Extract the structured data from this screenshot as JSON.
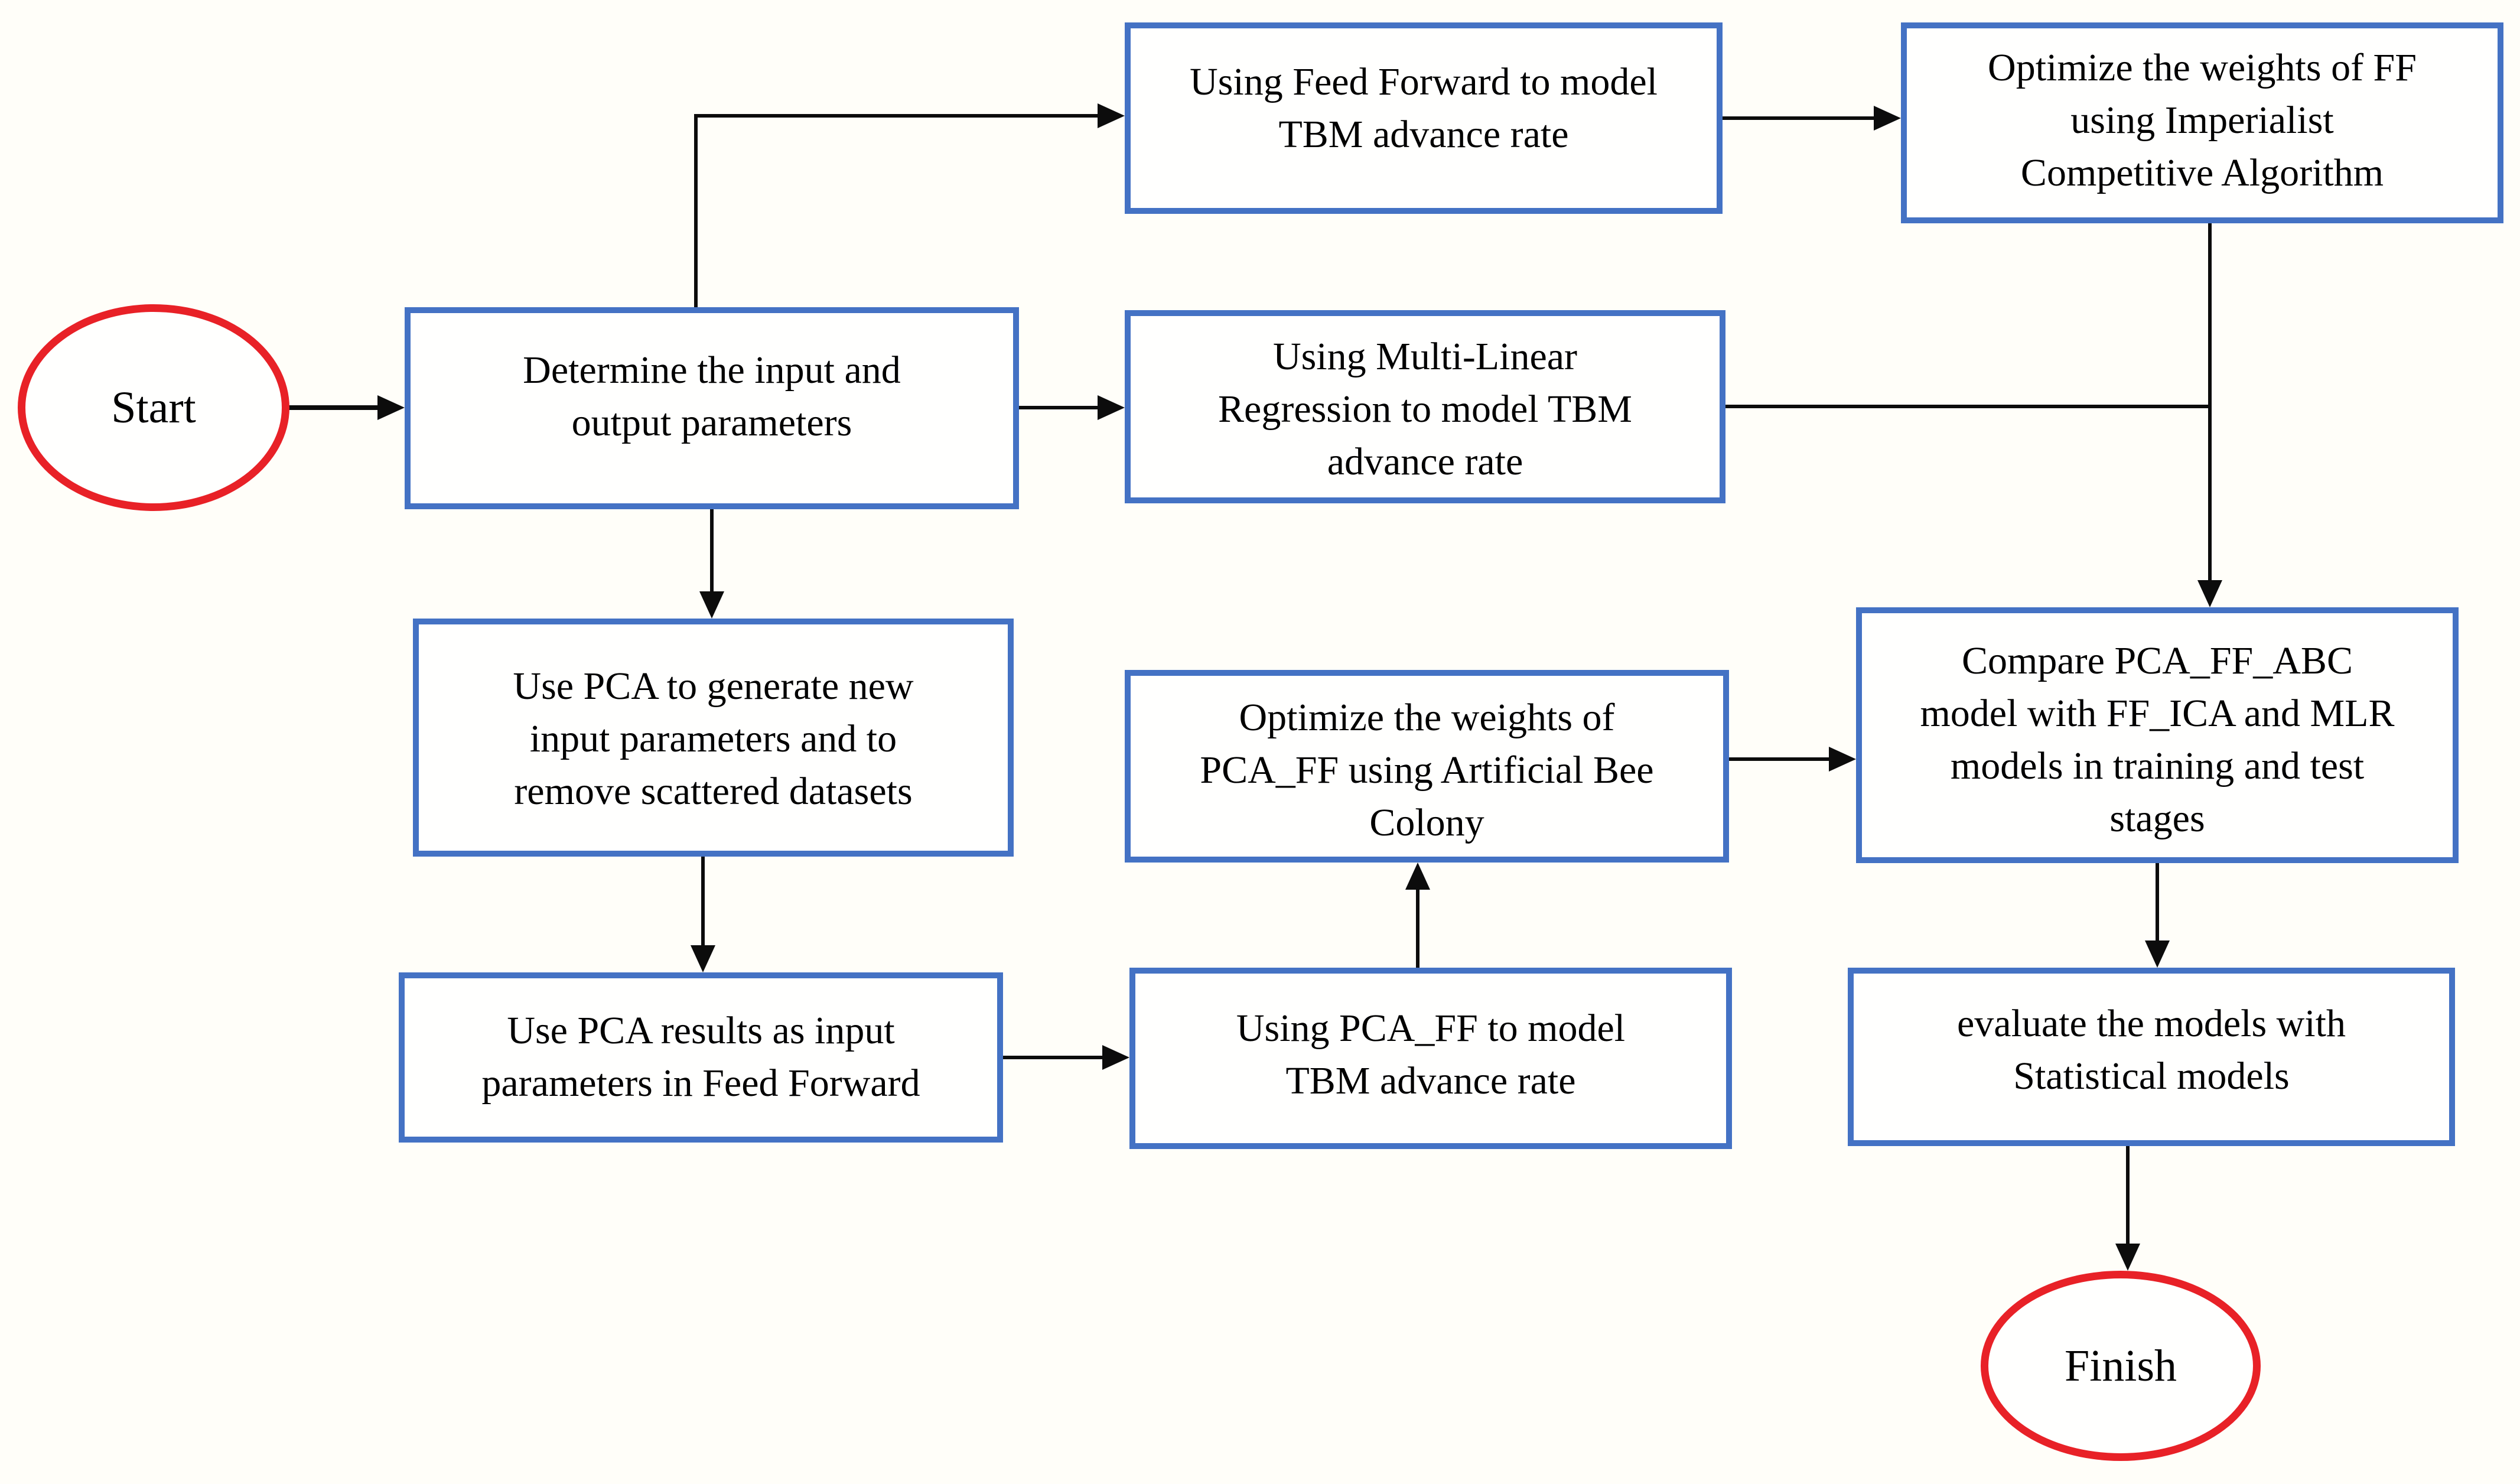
{
  "colors": {
    "box_border": "#4472c4",
    "terminal_border": "#e82127",
    "connector": "#0c0c0c",
    "text": "#000000",
    "background": "#fffef9",
    "box_fill": "#fffffe"
  },
  "nodes": {
    "start": {
      "label": "Start"
    },
    "determine": {
      "label": "Determine the input and\noutput parameters"
    },
    "ff": {
      "label": "Using Feed Forward to model\nTBM advance rate"
    },
    "ica": {
      "label": "Optimize the weights of FF\nusing Imperialist\nCompetitive Algorithm"
    },
    "mlr": {
      "label": "Using Multi-Linear\nRegression to model TBM\nadvance rate"
    },
    "pca_generate": {
      "label": "Use PCA to generate new\ninput parameters and to\nremove scattered datasets"
    },
    "pca_results": {
      "label": "Use PCA results as input\nparameters in Feed Forward"
    },
    "pca_ff": {
      "label": "Using PCA_FF to model\nTBM advance rate"
    },
    "abc": {
      "label": "Optimize the weights of\nPCA_FF using Artificial Bee\nColony"
    },
    "compare": {
      "label": "Compare PCA_FF_ABC\nmodel with FF_ICA and MLR\nmodels in training and test\nstages"
    },
    "evaluate": {
      "label": "evaluate the models with\nStatistical models"
    },
    "finish": {
      "label": "Finish"
    }
  }
}
